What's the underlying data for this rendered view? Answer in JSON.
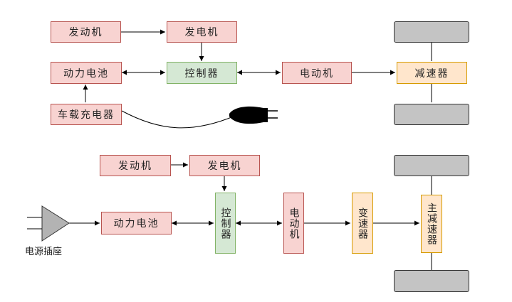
{
  "top": {
    "engine": "发动机",
    "generator": "发电机",
    "battery": "动力电池",
    "controller": "控制器",
    "motor": "电动机",
    "reducer": "减速器",
    "charger": "车载充电器"
  },
  "bottom": {
    "engine": "发动机",
    "generator": "发电机",
    "battery": "动力电池",
    "controller": "控制器",
    "motor": "电动机",
    "transmission": "变速器",
    "main_reducer": "主减速器",
    "socket_label": "电源插座"
  },
  "colors": {
    "red_fill": "#f8d3d1",
    "red_stroke": "#b85450",
    "green_fill": "#d5e8d4",
    "green_stroke": "#82b366",
    "yellow_fill": "#ffe6cc",
    "yellow_stroke": "#d79b00",
    "wheel_fill": "#c4c4c4"
  }
}
